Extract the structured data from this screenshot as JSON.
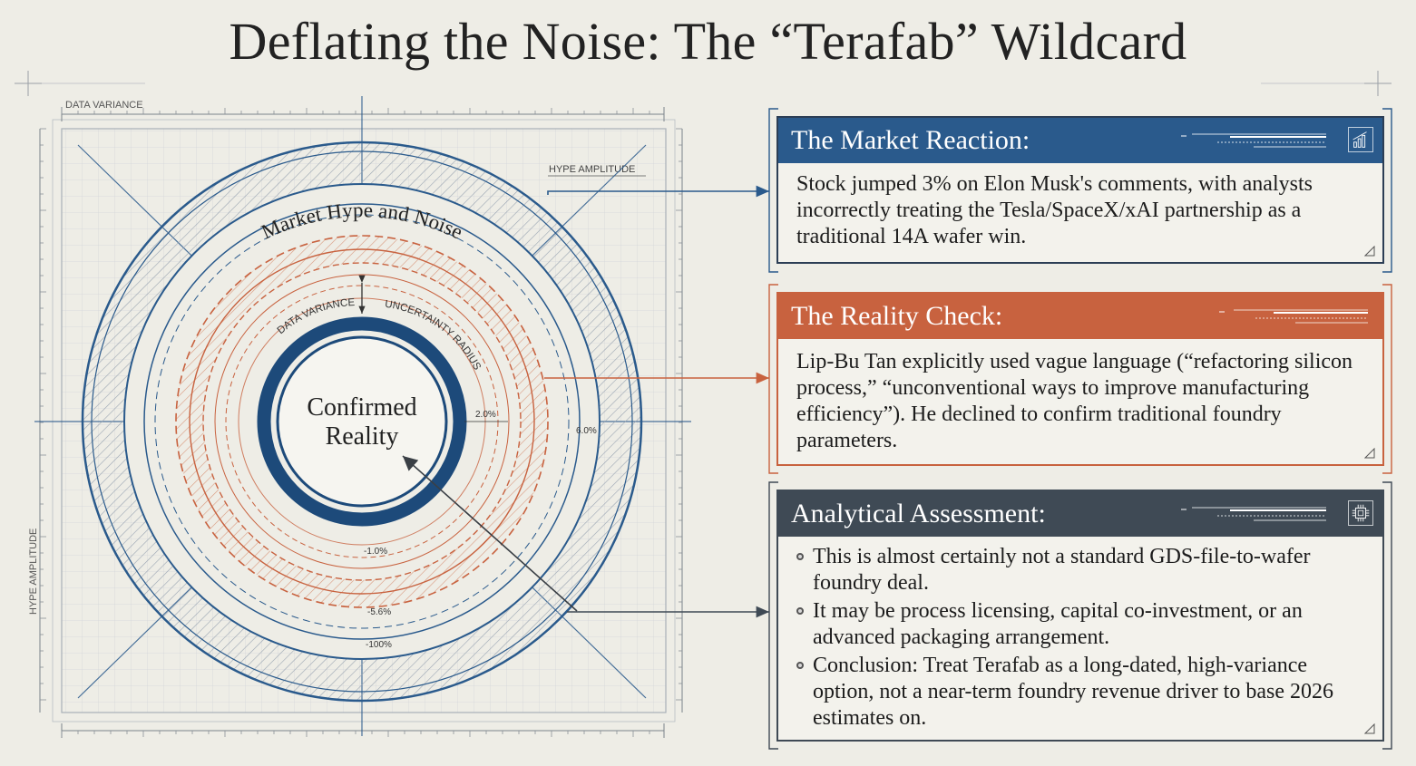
{
  "title": "Deflating the Noise: The “Terafab” Wildcard",
  "diagram": {
    "top_axis_label": "DATA VARIANCE",
    "side_axis_label": "HYPE AMPLITUDE",
    "corner_label": "HYPE AMPLITUDE",
    "outer_ring_label": "Market Hype and Noise",
    "inner_label_left": "DATA VARIANCE",
    "inner_label_right": "UNCERTAINTY RADIUS",
    "center_line1": "Confirmed",
    "center_line2": "Reality",
    "tick_2": "2.0%",
    "tick_6": "6.0%",
    "tick_1": "-1.0%",
    "tick_5": "-5.6%",
    "tick_100": "-100%"
  },
  "colors": {
    "blue": "#2a5a8c",
    "navy": "#1d4a7a",
    "orange": "#c8623f",
    "slate": "#3f4a55",
    "grid": "#c9cdd2"
  },
  "panels": [
    {
      "title": "The Market Reaction:",
      "body": "Stock jumped 3% on Elon Musk's comments, with analysts incorrectly treating the Tesla/SpaceX/xAI partnership as a traditional 14A wafer win.",
      "header_color": "#2a5a8c",
      "icon": "bar-chart-icon"
    },
    {
      "title": "The Reality Check:",
      "body": "Lip-Bu Tan explicitly used vague language (“refactoring silicon process,” “unconventional ways to improve manufacturing efficiency”). He declined to confirm traditional foundry parameters.",
      "header_color": "#c8623f"
    },
    {
      "title": "Analytical Assessment:",
      "header_color": "#3f4a55",
      "icon": "chip-icon",
      "bullets": [
        "This is almost certainly not a standard GDS-file-to-wafer foundry deal.",
        "It may be process licensing, capital co-investment, or an advanced packaging arrangement.",
        "Conclusion: Treat Terafab as a long-dated, high-variance option, not a near-term foundry revenue driver to base 2026 estimates on."
      ]
    }
  ]
}
